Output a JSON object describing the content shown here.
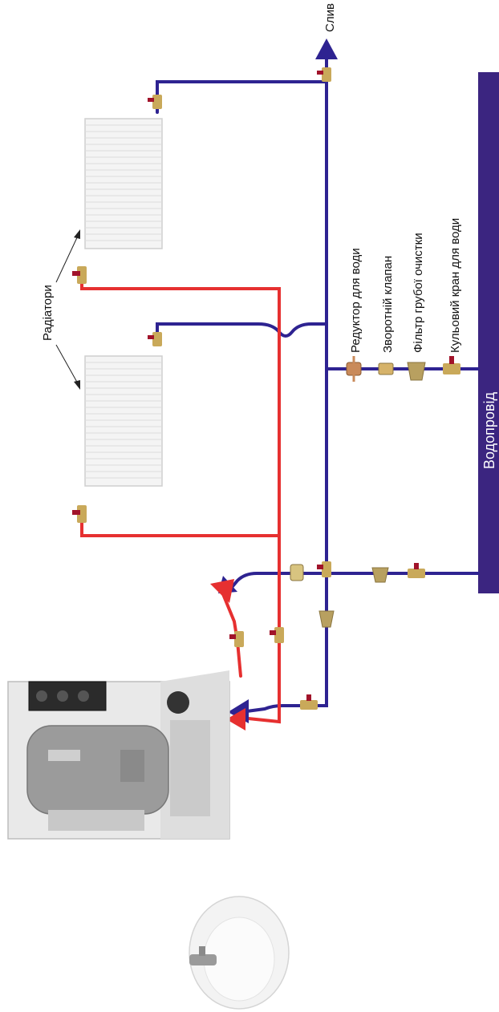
{
  "labels": {
    "drain": "Слив",
    "radiators": "Радіатори",
    "pressure_reducer": "Редуктор для води",
    "check_valve": "Зворотній  клапан",
    "coarse_filter": "Фільтр грубої очистки",
    "ball_valve": "Кульовий  кран для води",
    "water_main": "Водопровід"
  },
  "colors": {
    "hot_pipe": "#e63030",
    "cold_pipe": "#2e2391",
    "water_main_bar": "#3b2580",
    "valve_handle": "#a1132a",
    "brass": "#c9a95a"
  }
}
